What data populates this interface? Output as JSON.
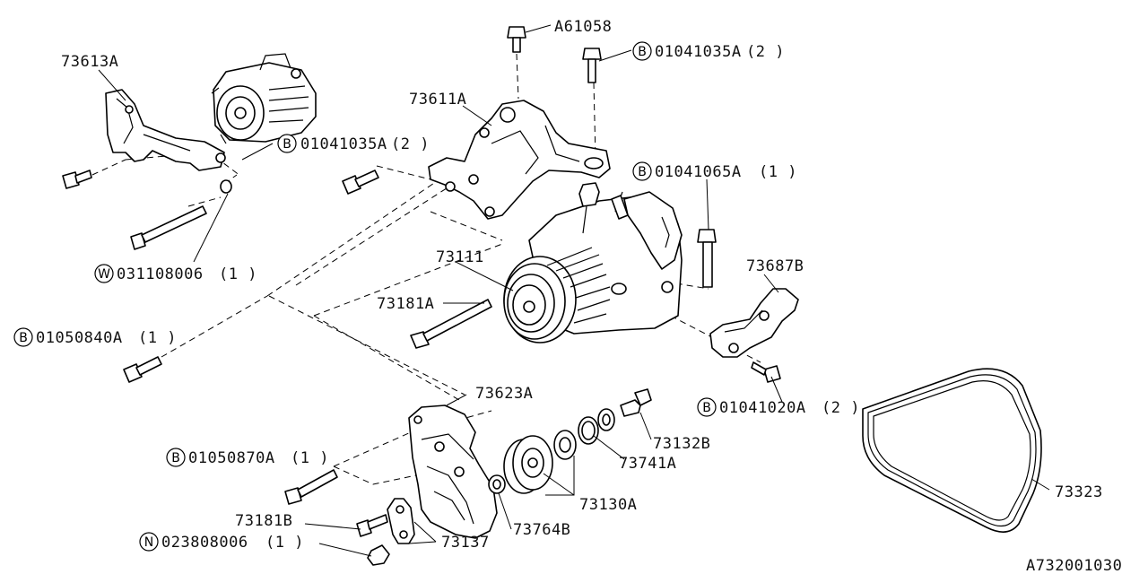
{
  "diagram": {
    "drawing_number": "A732001030",
    "parts": [
      {
        "id": "a61058",
        "prefix": "",
        "number": "A61058",
        "qty": ""
      },
      {
        "id": "b-01041035a-top",
        "prefix": "B",
        "number": "01041035A",
        "qty": "(2 )"
      },
      {
        "id": "p73613a",
        "prefix": "",
        "number": "73613A",
        "qty": ""
      },
      {
        "id": "p73611a",
        "prefix": "",
        "number": "73611A",
        "qty": ""
      },
      {
        "id": "b-01041035a-mid",
        "prefix": "B",
        "number": "01041035A",
        "qty": "(2 )"
      },
      {
        "id": "b-01041065a",
        "prefix": "B",
        "number": "01041065A",
        "qty": "(1 )"
      },
      {
        "id": "p73687b",
        "prefix": "",
        "number": "73687B",
        "qty": ""
      },
      {
        "id": "p73111",
        "prefix": "",
        "number": "73111",
        "qty": ""
      },
      {
        "id": "w-031108006",
        "prefix": "W",
        "number": "031108006",
        "qty": "(1 )"
      },
      {
        "id": "p73181a",
        "prefix": "",
        "number": "73181A",
        "qty": ""
      },
      {
        "id": "b-01050840a",
        "prefix": "B",
        "number": "01050840A",
        "qty": "(1 )"
      },
      {
        "id": "p73623a",
        "prefix": "",
        "number": "73623A",
        "qty": ""
      },
      {
        "id": "b-01041020a",
        "prefix": "B",
        "number": "01041020A",
        "qty": "(2 )"
      },
      {
        "id": "p73132b",
        "prefix": "",
        "number": "73132B",
        "qty": ""
      },
      {
        "id": "b-01050870a",
        "prefix": "B",
        "number": "01050870A",
        "qty": "(1 )"
      },
      {
        "id": "p73741a",
        "prefix": "",
        "number": "73741A",
        "qty": ""
      },
      {
        "id": "p73323",
        "prefix": "",
        "number": "73323",
        "qty": ""
      },
      {
        "id": "p73130a",
        "prefix": "",
        "number": "73130A",
        "qty": ""
      },
      {
        "id": "p73181b",
        "prefix": "",
        "number": "73181B",
        "qty": ""
      },
      {
        "id": "p73764b",
        "prefix": "",
        "number": "73764B",
        "qty": ""
      },
      {
        "id": "n-023808006",
        "prefix": "N",
        "number": "023808006",
        "qty": "(1 )"
      },
      {
        "id": "p73137",
        "prefix": "",
        "number": "73137",
        "qty": ""
      }
    ]
  }
}
